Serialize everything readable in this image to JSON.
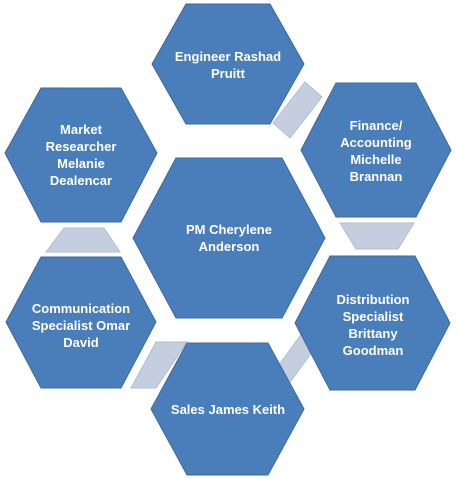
{
  "center": {
    "label": "PM Cherylene\nAnderson"
  },
  "roles": [
    {
      "id": "engineer",
      "label": "Engineer Rashad\nPruitt"
    },
    {
      "id": "finance",
      "label": "Finance/\nAccounting\nMichelle\nBrannan"
    },
    {
      "id": "distribution",
      "label": "Distribution\nSpecialist\nBrittany\nGoodman"
    },
    {
      "id": "sales",
      "label": "Sales James Keith"
    },
    {
      "id": "communication",
      "label": "Communication\nSpecialist Omar\nDavid"
    },
    {
      "id": "market",
      "label": "Market\nResearcher\nMelanie\nDealencar"
    }
  ],
  "colors": {
    "hexagon": "#4a7ebb",
    "connector": "#c5cede",
    "text": "#ffffff"
  }
}
